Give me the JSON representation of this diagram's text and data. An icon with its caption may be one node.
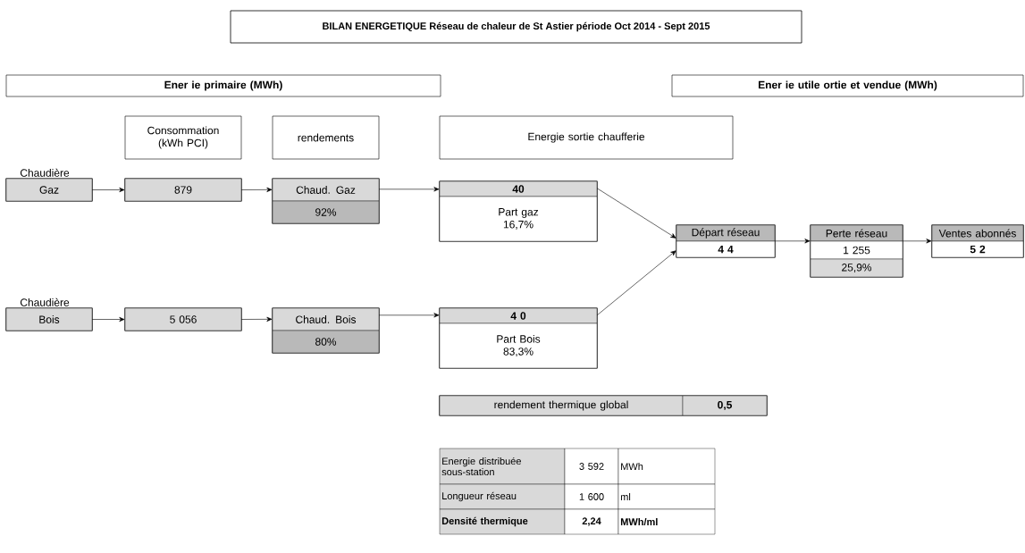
{
  "diagram": {
    "title": "BILAN ENERGETIQUE Réseau de chaleur de St Astier période Oct 2014 - Sept 2015",
    "nodes": [
      {
        "text": [
          "Ener  ie primaire (MWh)"
        ]
      },
      {
        "text": [
          "Ener  ie utile  ortie et vendue (MWh)"
        ]
      },
      {
        "text": [
          "Consommation (kWh PCI)"
        ]
      },
      {
        "text": [
          "rendements"
        ]
      },
      {
        "text": [
          "Energie sortie chaufferie"
        ]
      },
      {
        "text": [
          "Chaudière",
          "Gaz"
        ]
      },
      {
        "text": [
          "879"
        ]
      },
      {
        "text": [
          "Chaud. Gaz",
          "92%"
        ]
      },
      {
        "text": [
          "40",
          "Part gaz 16,7%"
        ]
      },
      {
        "text": [
          "Départ réseau",
          "4 4"
        ]
      },
      {
        "text": [
          "Perte réseau",
          "1 255",
          "25,9%"
        ]
      },
      {
        "text": [
          "Ventes abonnés",
          "5 2"
        ]
      },
      {
        "text": [
          "Chaudière",
          "Bois"
        ]
      },
      {
        "text": [
          "5 056"
        ]
      },
      {
        "text": [
          "Chaud. Bois",
          "80%"
        ]
      },
      {
        "text": [
          "4 0",
          "Part Bois 83,3%"
        ]
      },
      {
        "text": [
          "rendement thermique global",
          "0,5"
        ]
      }
    ],
    "edges": [
      {
        "from": 5,
        "to": 6,
        "arrow": "to"
      },
      {
        "from": 6,
        "to": 7,
        "arrow": "to"
      },
      {
        "from": 7,
        "to": 8,
        "arrow": "to"
      },
      {
        "from": 8,
        "to": 9,
        "arrow": "to"
      },
      {
        "from": 15,
        "to": 9,
        "arrow": "to"
      },
      {
        "from": 9,
        "to": 10,
        "arrow": "to"
      },
      {
        "from": 10,
        "to": 11,
        "arrow": "to"
      },
      {
        "from": 12,
        "to": 13,
        "arrow": "to"
      },
      {
        "from": 13,
        "to": 14,
        "arrow": "to"
      },
      {
        "from": 14,
        "to": 15,
        "arrow": "to"
      }
    ],
    "labels": [
      "Energie distribuée sous-station",
      "3 592",
      "MWh",
      "Longueur réseau",
      "1 600",
      "ml",
      "Densité thermique",
      "2,24",
      "MWh/ml"
    ]
  }
}
